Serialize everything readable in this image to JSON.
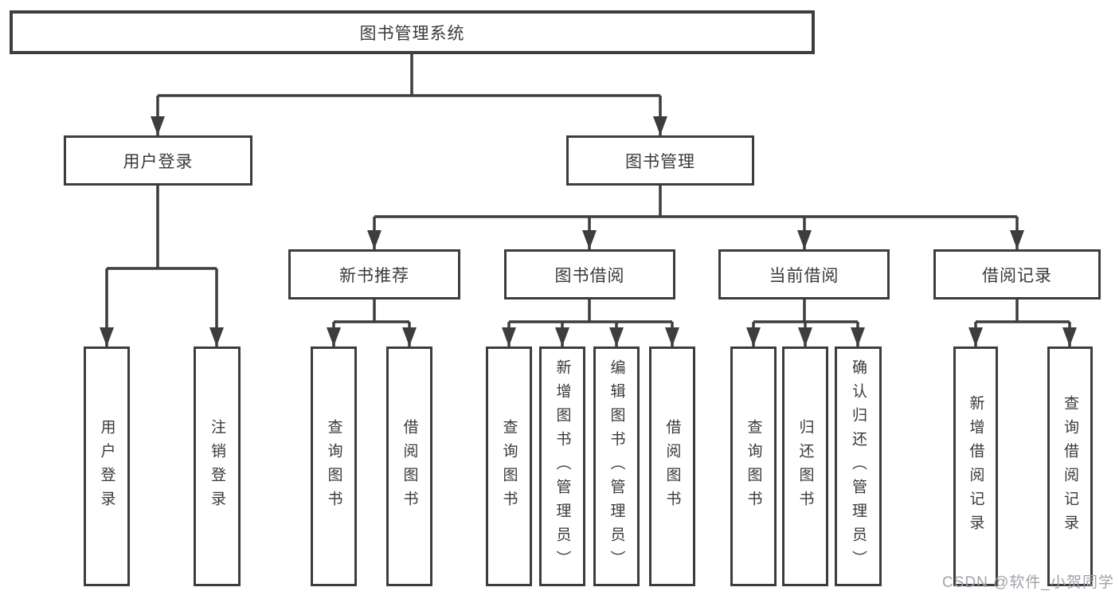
{
  "diagram": {
    "root": {
      "label": "图书管理系统",
      "children": [
        {
          "label": "用户登录",
          "children": [
            {
              "label": "用户登录"
            },
            {
              "label": "注销登录"
            }
          ]
        },
        {
          "label": "图书管理",
          "children": [
            {
              "label": "新书推荐",
              "children": [
                {
                  "label": "查询图书"
                },
                {
                  "label": "借阅图书"
                }
              ]
            },
            {
              "label": "图书借阅",
              "children": [
                {
                  "label": "查询图书"
                },
                {
                  "label": "新增图书（管理员）"
                },
                {
                  "label": "编辑图书（管理员）"
                },
                {
                  "label": "借阅图书"
                }
              ]
            },
            {
              "label": "当前借阅",
              "children": [
                {
                  "label": "查询图书"
                },
                {
                  "label": "归还图书"
                },
                {
                  "label": "确认归还（管理员）"
                }
              ]
            },
            {
              "label": "借阅记录",
              "children": [
                {
                  "label": "新增借阅记录"
                },
                {
                  "label": "查询借阅记录"
                }
              ]
            }
          ]
        }
      ]
    }
  },
  "watermark": {
    "text": "CSDN @软件_小贺同学"
  },
  "colors": {
    "line": "#3d3d3d",
    "text": "#3a3a3a",
    "watermark": "#a2a2aa",
    "background": "#ffffff"
  }
}
